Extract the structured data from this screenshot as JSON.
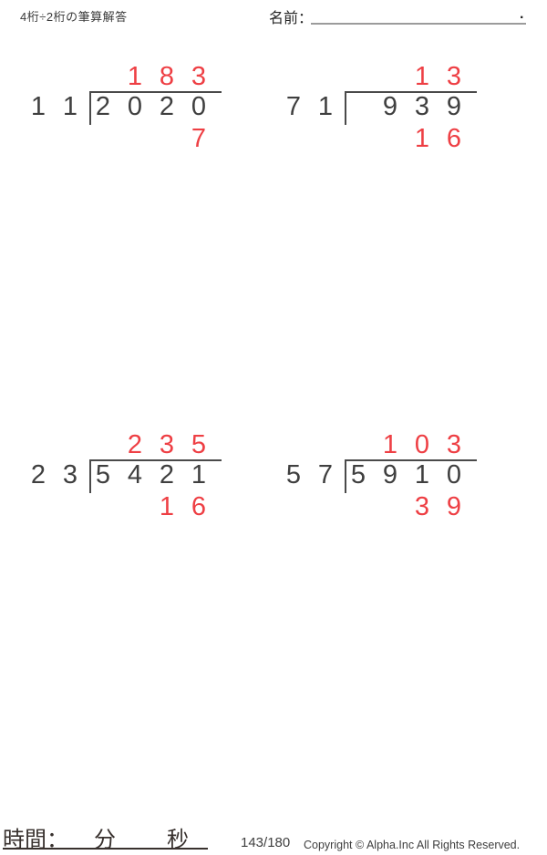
{
  "header": {
    "title": "4桁÷2桁の筆算解答",
    "name_label": "名前：",
    "name_period": "."
  },
  "problems": [
    {
      "divisor": [
        "1",
        "1"
      ],
      "dividend": [
        "2",
        "0",
        "2",
        "0"
      ],
      "quotient": [
        "",
        "1",
        "8",
        "3"
      ],
      "remainder": [
        "",
        "",
        "",
        "7"
      ]
    },
    {
      "divisor": [
        "7",
        "1"
      ],
      "dividend": [
        "",
        "9",
        "3",
        "9"
      ],
      "quotient": [
        "",
        "",
        "1",
        "3"
      ],
      "remainder": [
        "",
        "",
        "1",
        "6"
      ]
    },
    {
      "divisor": [
        "2",
        "3"
      ],
      "dividend": [
        "5",
        "4",
        "2",
        "1"
      ],
      "quotient": [
        "",
        "2",
        "3",
        "5"
      ],
      "remainder": [
        "",
        "",
        "1",
        "6"
      ]
    },
    {
      "divisor": [
        "5",
        "7"
      ],
      "dividend": [
        "5",
        "9",
        "1",
        "0"
      ],
      "quotient": [
        "",
        "1",
        "0",
        "3"
      ],
      "remainder": [
        "",
        "",
        "3",
        "9"
      ]
    }
  ],
  "footer": {
    "time_label": "時間：",
    "minutes_label": "分",
    "seconds_label": "秒",
    "page_number": "143/180",
    "copyright": "Copyright © Alpha.Inc All Rights Reserved."
  },
  "colors": {
    "answer_red": "#ee3f44",
    "digit_dark": "#3f3f3f",
    "line_dark": "#4a4a4a"
  }
}
